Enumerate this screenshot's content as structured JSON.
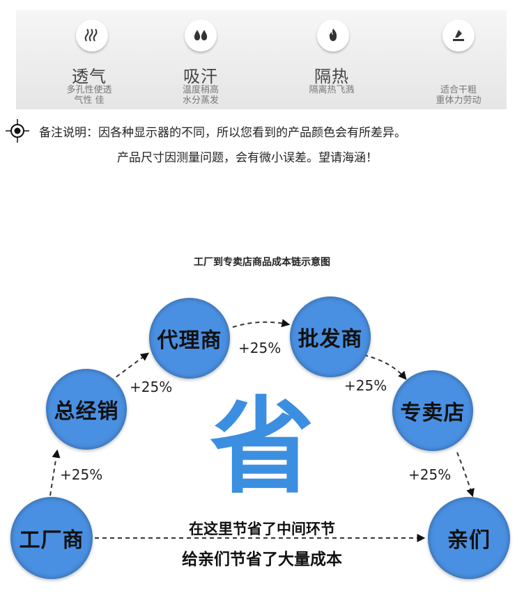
{
  "features": [
    {
      "icon": "heat-waves-icon",
      "title": "透气",
      "desc": [
        "多孔性使透",
        "气性 佳"
      ]
    },
    {
      "icon": "water-drops-icon",
      "title": "吸汗",
      "desc": [
        "温度稍高",
        "水分蒸发"
      ]
    },
    {
      "icon": "flame-icon",
      "title": "隔热",
      "desc": [
        "隔离热飞溅"
      ]
    },
    {
      "icon": "weight-icon",
      "title": "",
      "desc": [
        "适合干粗",
        "重体力劳动"
      ]
    }
  ],
  "note": {
    "line1": "备注说明：因各种显示器的不同，所以您看到的产品颜色会有所差异。",
    "line2": "产品尺寸因测量问题，会有微小误差。望请海涵！"
  },
  "diagram": {
    "title": "工厂到专卖店商品成本链示意图",
    "nodes": {
      "factory": "工厂商",
      "distributor": "总经销",
      "agent": "代理商",
      "wholesaler": "批发商",
      "store": "专卖店",
      "customer": "亲们"
    },
    "markup": "+25%",
    "save": "省",
    "caption1": "在这里节省了中间环节",
    "caption2": "给亲们节省了大量成本"
  },
  "colors": {
    "node": "#4a90e2",
    "save": "#3c8fe0"
  }
}
